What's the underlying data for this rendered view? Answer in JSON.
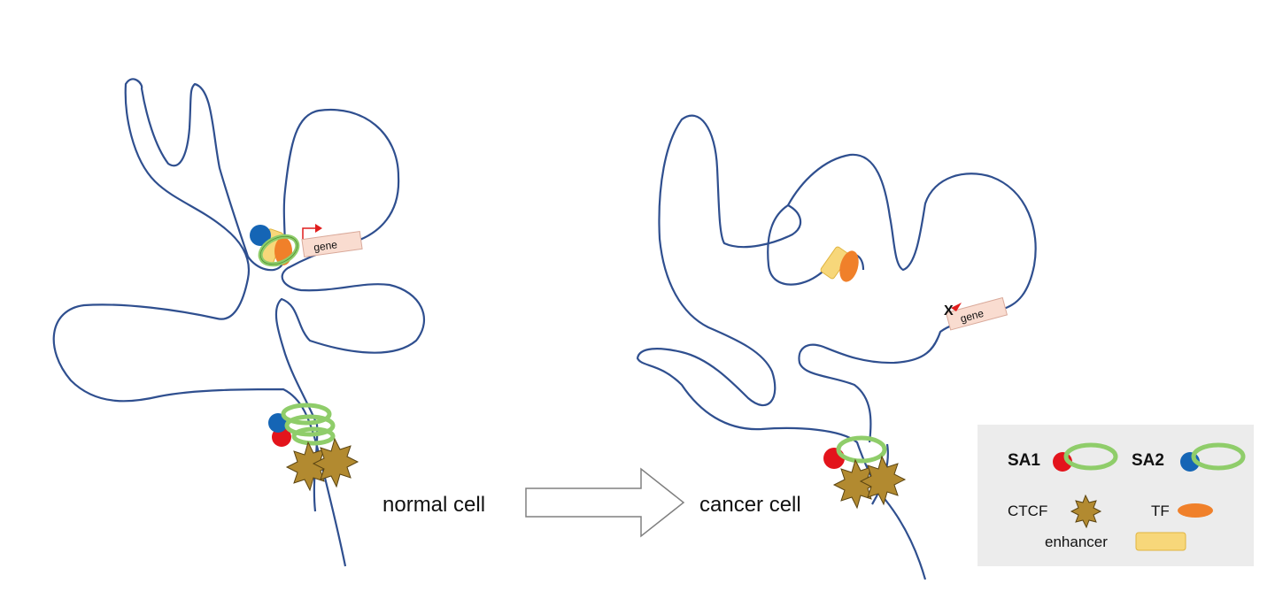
{
  "labels": {
    "normal": "normal cell",
    "cancer": "cancer cell",
    "gene": "gene",
    "no_transcription_mark": "X"
  },
  "legend": {
    "sa1": "SA1",
    "sa2": "SA2",
    "ctcf": "CTCF",
    "tf": "TF",
    "enhancer": "enhancer"
  },
  "colors": {
    "chromatin": "#2f4f8f",
    "sa1": "#e3141c",
    "sa2": "#1565b5",
    "cohesin_ring": "#8fcd6a",
    "ctcf": "#b28a30",
    "tf": "#f0802a",
    "enhancer": "#f7d77a",
    "gene_box": "#f9dcd0",
    "promoter_arrow": "#e11d1d",
    "legend_bg": "#ececec",
    "arrow_outline": "#808080"
  }
}
